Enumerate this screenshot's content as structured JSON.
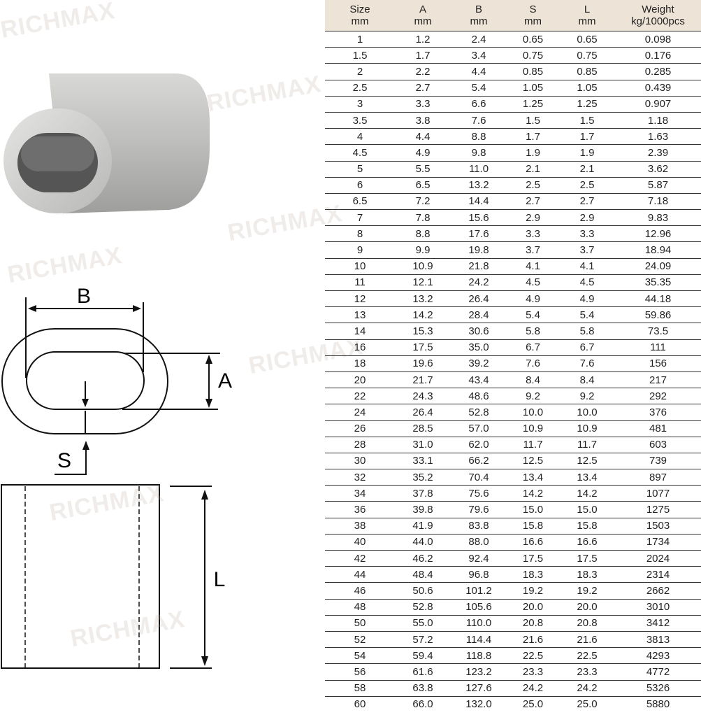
{
  "watermark": "RICHMAX",
  "diagram_labels": {
    "B": "B",
    "A": "A",
    "S": "S",
    "L": "L"
  },
  "table": {
    "headers": [
      [
        "Size",
        "mm"
      ],
      [
        "A",
        "mm"
      ],
      [
        "B",
        "mm"
      ],
      [
        "S",
        "mm"
      ],
      [
        "L",
        "mm"
      ],
      [
        "Weight",
        "kg/1000pcs"
      ]
    ],
    "rows": [
      [
        "1",
        "1.2",
        "2.4",
        "0.65",
        "0.65",
        "0.098"
      ],
      [
        "1.5",
        "1.7",
        "3.4",
        "0.75",
        "0.75",
        "0.176"
      ],
      [
        "2",
        "2.2",
        "4.4",
        "0.85",
        "0.85",
        "0.285"
      ],
      [
        "2.5",
        "2.7",
        "5.4",
        "1.05",
        "1.05",
        "0.439"
      ],
      [
        "3",
        "3.3",
        "6.6",
        "1.25",
        "1.25",
        "0.907"
      ],
      [
        "3.5",
        "3.8",
        "7.6",
        "1.5",
        "1.5",
        "1.18"
      ],
      [
        "4",
        "4.4",
        "8.8",
        "1.7",
        "1.7",
        "1.63"
      ],
      [
        "4.5",
        "4.9",
        "9.8",
        "1.9",
        "1.9",
        "2.39"
      ],
      [
        "5",
        "5.5",
        "11.0",
        "2.1",
        "2.1",
        "3.62"
      ],
      [
        "6",
        "6.5",
        "13.2",
        "2.5",
        "2.5",
        "5.87"
      ],
      [
        "6.5",
        "7.2",
        "14.4",
        "2.7",
        "2.7",
        "7.18"
      ],
      [
        "7",
        "7.8",
        "15.6",
        "2.9",
        "2.9",
        "9.83"
      ],
      [
        "8",
        "8.8",
        "17.6",
        "3.3",
        "3.3",
        "12.96"
      ],
      [
        "9",
        "9.9",
        "19.8",
        "3.7",
        "3.7",
        "18.94"
      ],
      [
        "10",
        "10.9",
        "21.8",
        "4.1",
        "4.1",
        "24.09"
      ],
      [
        "11",
        "12.1",
        "24.2",
        "4.5",
        "4.5",
        "35.35"
      ],
      [
        "12",
        "13.2",
        "26.4",
        "4.9",
        "4.9",
        "44.18"
      ],
      [
        "13",
        "14.2",
        "28.4",
        "5.4",
        "5.4",
        "59.86"
      ],
      [
        "14",
        "15.3",
        "30.6",
        "5.8",
        "5.8",
        "73.5"
      ],
      [
        "16",
        "17.5",
        "35.0",
        "6.7",
        "6.7",
        "111"
      ],
      [
        "18",
        "19.6",
        "39.2",
        "7.6",
        "7.6",
        "156"
      ],
      [
        "20",
        "21.7",
        "43.4",
        "8.4",
        "8.4",
        "217"
      ],
      [
        "22",
        "24.3",
        "48.6",
        "9.2",
        "9.2",
        "292"
      ],
      [
        "24",
        "26.4",
        "52.8",
        "10.0",
        "10.0",
        "376"
      ],
      [
        "26",
        "28.5",
        "57.0",
        "10.9",
        "10.9",
        "481"
      ],
      [
        "28",
        "31.0",
        "62.0",
        "11.7",
        "11.7",
        "603"
      ],
      [
        "30",
        "33.1",
        "66.2",
        "12.5",
        "12.5",
        "739"
      ],
      [
        "32",
        "35.2",
        "70.4",
        "13.4",
        "13.4",
        "897"
      ],
      [
        "34",
        "37.8",
        "75.6",
        "14.2",
        "14.2",
        "1077"
      ],
      [
        "36",
        "39.8",
        "79.6",
        "15.0",
        "15.0",
        "1275"
      ],
      [
        "38",
        "41.9",
        "83.8",
        "15.8",
        "15.8",
        "1503"
      ],
      [
        "40",
        "44.0",
        "88.0",
        "16.6",
        "16.6",
        "1734"
      ],
      [
        "42",
        "46.2",
        "92.4",
        "17.5",
        "17.5",
        "2024"
      ],
      [
        "44",
        "48.4",
        "96.8",
        "18.3",
        "18.3",
        "2314"
      ],
      [
        "46",
        "50.6",
        "101.2",
        "19.2",
        "19.2",
        "2662"
      ],
      [
        "48",
        "52.8",
        "105.6",
        "20.0",
        "20.0",
        "3010"
      ],
      [
        "50",
        "55.0",
        "110.0",
        "20.8",
        "20.8",
        "3412"
      ],
      [
        "52",
        "57.2",
        "114.4",
        "21.6",
        "21.6",
        "3813"
      ],
      [
        "54",
        "59.4",
        "118.8",
        "22.5",
        "22.5",
        "4293"
      ],
      [
        "56",
        "61.6",
        "123.2",
        "23.3",
        "23.3",
        "4772"
      ],
      [
        "58",
        "63.8",
        "127.6",
        "24.2",
        "24.2",
        "5326"
      ],
      [
        "60",
        "66.0",
        "132.0",
        "25.0",
        "25.0",
        "5880"
      ]
    ]
  }
}
